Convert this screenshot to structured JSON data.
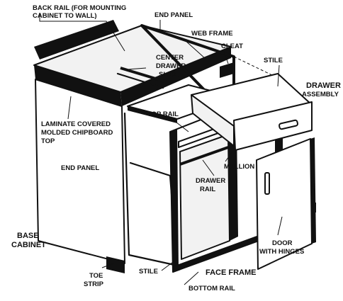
{
  "labels": {
    "back_rail_1": "BACK RAIL (FOR MOUNTING",
    "back_rail_2": "CABINET TO WALL)",
    "end_panel_top": "END PANEL",
    "web_frame": "WEB FRAME",
    "cleat": "CLEAT",
    "center_slide_1": "CENTER",
    "center_slide_2": "DRAWER",
    "center_slide_3": "SLIDE",
    "stile_top": "STILE",
    "drawer_assembly_1": "DRAWER",
    "drawer_assembly_2": "ASSEMBLY",
    "laminate_1": "LAMINATE COVERED",
    "laminate_2": "MOLDED CHIPBOARD",
    "laminate_3": "TOP",
    "top_rail": "TOP RAIL",
    "end_panel_side": "END PANEL",
    "mullion": "MULLION",
    "drawer_rail_1": "DRAWER",
    "drawer_rail_2": "RAIL",
    "base_cabinet_1": "BASE",
    "base_cabinet_2": "CABINET",
    "door_1": "DOOR",
    "door_2": "WITH HINGES",
    "toe_strip_1": "TOE",
    "toe_strip_2": "STRIP",
    "stile_bottom": "STILE",
    "face_frame": "FACE FRAME",
    "bottom_rail": "BOTTOM RAIL"
  }
}
